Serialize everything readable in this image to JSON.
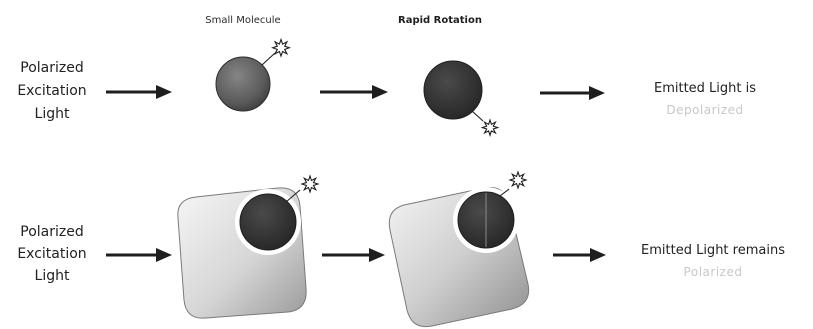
{
  "top_row": {
    "header_small_molecule": "Small Molecule",
    "header_rapid_rotation": "Rapid Rotation",
    "input_line1": "Polarized",
    "input_line2": "Excitation",
    "input_line3": "Light",
    "output_line1": "Emitted Light is",
    "output_line2": "Depolarized"
  },
  "bottom_row": {
    "input_line1": "Polarized",
    "input_line2": "Excitation",
    "input_line3": "Light",
    "output_line1": "Emitted Light remains",
    "output_line2": "Polarized"
  },
  "colors": {
    "molecule_fill": "#6a6a6a",
    "molecule_dark": "#3a3a3a",
    "protein_light": "#f2f2f2",
    "protein_dark": "#a8a8a8",
    "arrow": "#1e1e1e",
    "faint_text": "#c8c8c8"
  },
  "icons": {
    "fluorophore": "star-icon",
    "arrow": "right-arrow-icon"
  }
}
